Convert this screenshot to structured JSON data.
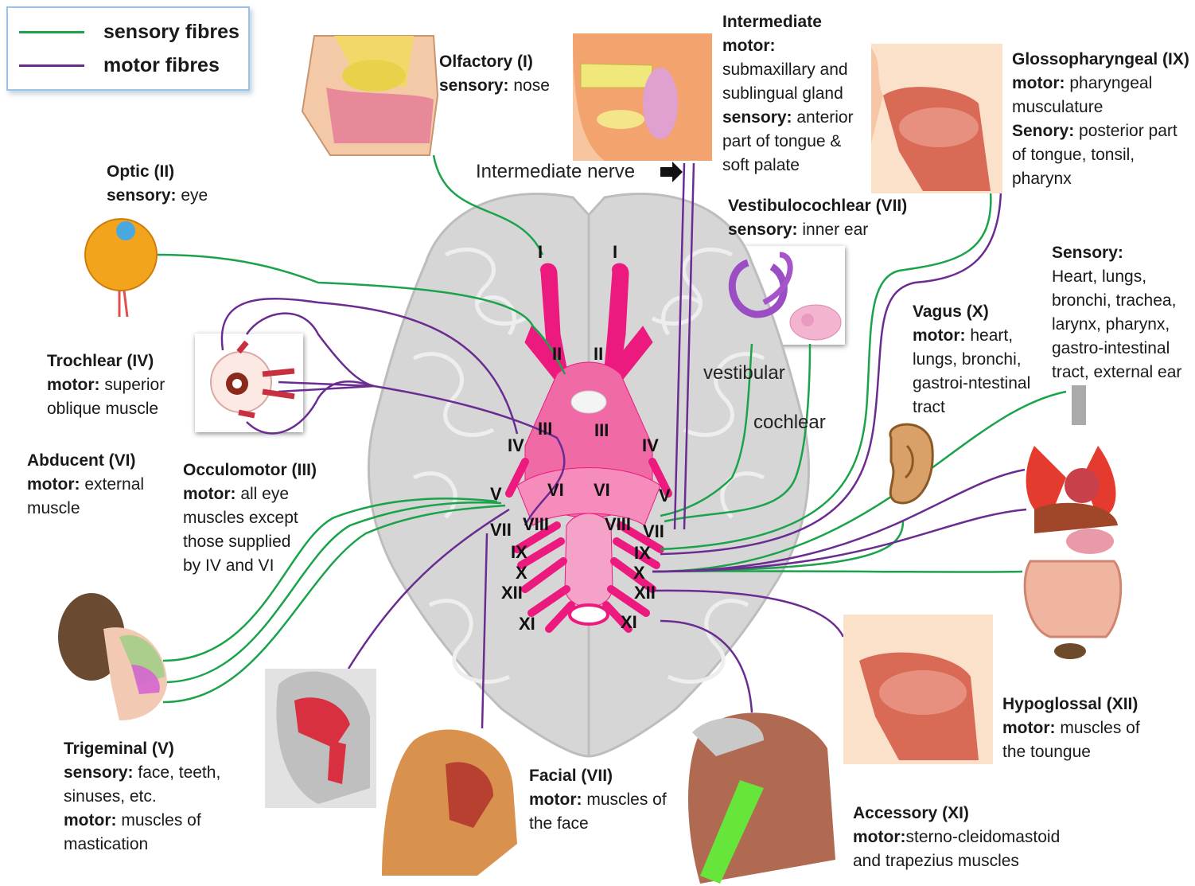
{
  "colors": {
    "sensory": "#1aa34a",
    "motor": "#6b2c91",
    "nerve_pink": "#e8167a",
    "brain_gray": "#d4d4d4"
  },
  "legend": {
    "sensory": "sensory fibres",
    "motor": "motor fibres"
  },
  "brain_labels": {
    "I_left": "I",
    "I_right": "I",
    "II_left": "II",
    "II_right": "II",
    "III_left": "III",
    "III_right": "III",
    "IV_left": "IV",
    "IV_right": "IV",
    "V_left": "V",
    "V_right": "V",
    "VI_left": "VI",
    "VI_right": "VI",
    "VII_left": "VII",
    "VII_right": "VII",
    "VIII_left": "VIII",
    "VIII_right": "VIII",
    "IX_left": "IX",
    "IX_right": "IX",
    "X_left": "X",
    "X_right": "X",
    "XII_left": "XII",
    "XII_right": "XII",
    "XI_left": "XI",
    "XI_right": "XI"
  },
  "nerves": {
    "olfactory": {
      "title": "Olfactory (I)",
      "k1": "sensory:",
      "v1": " nose"
    },
    "optic": {
      "title": "Optic (II)",
      "k1": "sensory:",
      "v1": " eye"
    },
    "trochlear": {
      "title": "Trochlear (IV)",
      "k1": "motor:",
      "v1": " superior",
      "l3": "oblique muscle"
    },
    "abducent": {
      "title": "Abducent (VI)",
      "k1": "motor:",
      "v1": " external",
      "l3": "muscle"
    },
    "occulomotor": {
      "title": "Occulomotor (III)",
      "k1": "motor:",
      "v1": " all eye",
      "l3": "muscles except",
      "l4": "those supplied",
      "l5": "by IV and VI"
    },
    "intermediate": {
      "title": "Intermediate",
      "k1": "motor:",
      "l3": "submaxillary and",
      "l4": "sublingual gland",
      "k2": "sensory:",
      "v2": " anterior",
      "l6": "part of tongue &",
      "l7": "soft palate"
    },
    "intermediate_nerve": "Intermediate nerve",
    "glossopharyngeal": {
      "title": "Glossopharyngeal (IX)",
      "k1": "motor:",
      "v1": " pharyngeal",
      "l3": "musculature",
      "k2": "Senory:",
      "v2": " posterior part",
      "l5": "of tongue, tonsil,",
      "l6": "pharynx"
    },
    "vestibulocochlear": {
      "title": "Vestibulocochlear (VII)",
      "k1": "sensory:",
      "v1": " inner ear",
      "vestibular": "vestibular",
      "cochlear": "cochlear"
    },
    "vagus": {
      "title": "Vagus (X)",
      "k1": "motor:",
      "v1": " heart,",
      "l3": "lungs, bronchi,",
      "l4": "gastroi-ntestinal",
      "l5": "tract"
    },
    "vagus_sensory": {
      "title": "Sensory:",
      "l2": "Heart, lungs,",
      "l3": "bronchi, trachea,",
      "l4": "larynx, pharynx,",
      "l5": "gastro-intestinal",
      "l6": "tract, external ear"
    },
    "trigeminal": {
      "title": "Trigeminal (V)",
      "k1": "sensory:",
      "v1": " face, teeth,",
      "l3": "sinuses, etc.",
      "k2": "motor:",
      "v2": "  muscles of",
      "l5": "mastication"
    },
    "facial": {
      "title": "Facial (VII)",
      "k1": "motor:",
      "v1": "  muscles of",
      "l3": "the face"
    },
    "hypoglossal": {
      "title": "Hypoglossal (XII)",
      "k1": "motor:",
      "v1": "  muscles of",
      "l3": "the toungue"
    },
    "accessory": {
      "title": "Accessory (XI)",
      "k1": "motor:",
      "v1": "sterno-cleidomastoid",
      "l3": "and trapezius muscles"
    }
  }
}
